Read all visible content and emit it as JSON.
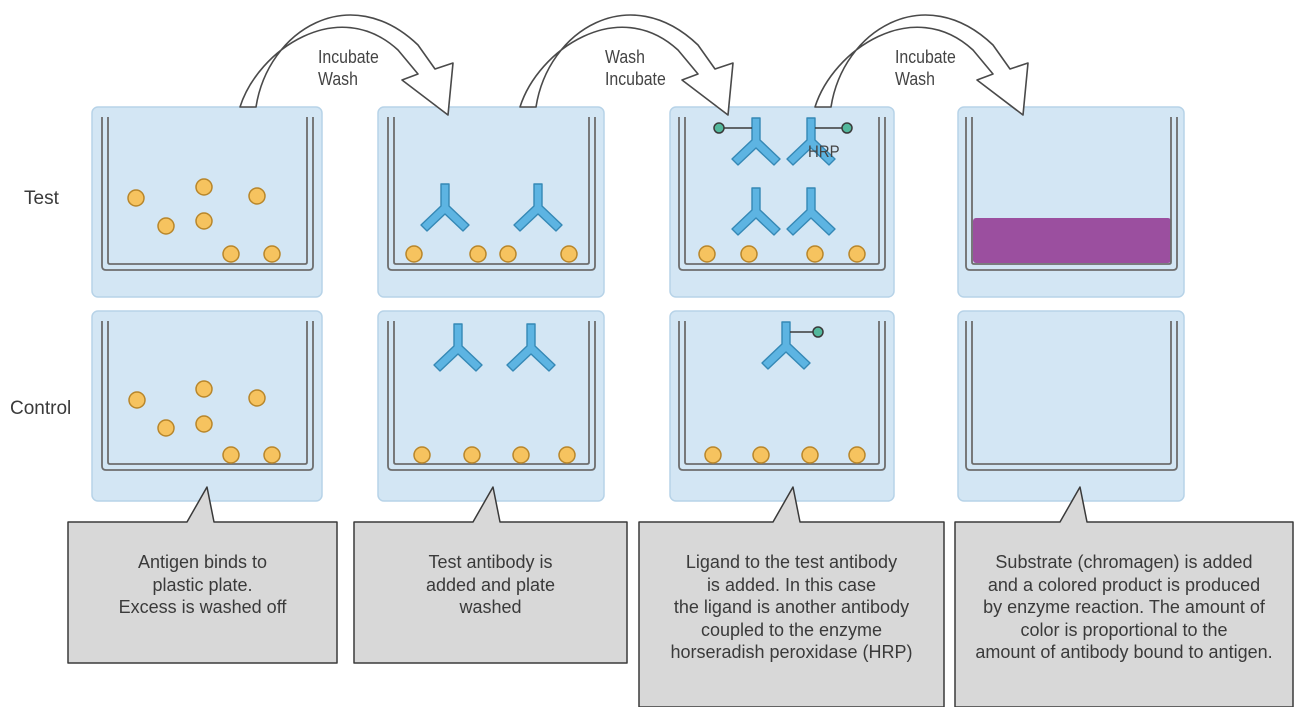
{
  "rows": {
    "test": "Test",
    "control": "Control"
  },
  "steps": [
    {
      "label_line1": "Incubate",
      "label_line2": "Wash"
    },
    {
      "label_line1": "Wash",
      "label_line2": "Incubate"
    },
    {
      "label_line1": "Incubate",
      "label_line2": "Wash"
    }
  ],
  "enzyme_label": "HRP",
  "captions": [
    {
      "lines": "Antigen binds to\nplastic plate.\nExcess is washed off"
    },
    {
      "lines": "Test antibody is\nadded and plate\nwashed"
    },
    {
      "lines": "Ligand to the test antibody\nis added. In this case\nthe ligand is another antibody\ncoupled to the enzyme\nhorseradish peroxidase (HRP)"
    },
    {
      "lines": "Substrate (chromagen) is added\nand a colored product is produced\nby enzyme reaction. The amount of\ncolor is proportional to the\namount of antibody bound to antigen."
    }
  ],
  "colors": {
    "panel": "#d3e6f4",
    "panel_border": "#b7d3e8",
    "well": "#6d6d6d",
    "antigen_fill": "#f6c35f",
    "antigen_stroke": "#b8862a",
    "antibody": "#5db4e2",
    "antibody_stroke": "#3588b5",
    "hrp": "#53b89c",
    "product": "#9b4f9f",
    "callout_fill": "#d8d8d8",
    "callout_stroke": "#3a3a3a"
  }
}
